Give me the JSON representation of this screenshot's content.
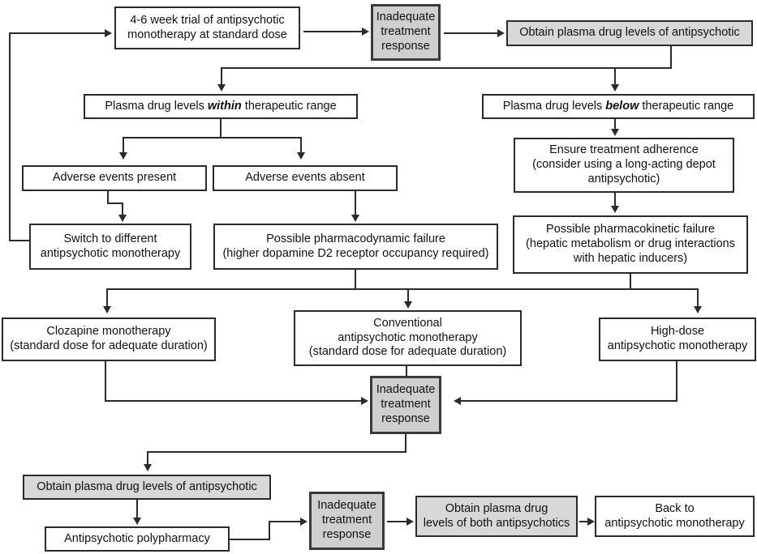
{
  "diagram": {
    "title": "Antipsychotic treatment-resistance algorithm flowchart",
    "colors": {
      "line": "#2b2b2b",
      "box_fill": "#ffffff",
      "shaded_fill": "#cfcfcf",
      "light_shaded_fill": "#d8d8d8",
      "text": "#111111"
    },
    "nodes": [
      {
        "id": "trial",
        "text": "4-6 week trial of antipsychotic\nmonotherapy at standard dose",
        "style": "plain"
      },
      {
        "id": "inadequate1",
        "text": "Inadequate\ntreatment\nresponse",
        "style": "shaded"
      },
      {
        "id": "obtain_levels_1",
        "text": "Obtain plasma drug levels of antipsychotic",
        "style": "light"
      },
      {
        "id": "within_range",
        "text_pre": "Plasma drug levels ",
        "text_em": "within",
        "text_post": " therapeutic range",
        "style": "plain"
      },
      {
        "id": "below_range",
        "text_pre": "Plasma drug levels ",
        "text_em": "below",
        "text_post": " therapeutic range",
        "style": "plain"
      },
      {
        "id": "ae_present",
        "text": "Adverse events present",
        "style": "plain"
      },
      {
        "id": "ae_absent",
        "text": "Adverse events absent",
        "style": "plain"
      },
      {
        "id": "adherence",
        "text": "Ensure treatment adherence\n(consider using a long-acting depot\nantipsychotic)",
        "style": "plain"
      },
      {
        "id": "switch",
        "text": "Switch to different\nantipsychotic monotherapy",
        "style": "plain"
      },
      {
        "id": "pd_failure",
        "text": "Possible pharmacodynamic failure\n(higher dopamine D2 receptor occupancy required)",
        "style": "plain"
      },
      {
        "id": "pk_failure",
        "text": "Possible pharmacokinetic failure\n(hepatic metabolism or drug interactions\nwith hepatic inducers)",
        "style": "plain"
      },
      {
        "id": "clozapine",
        "text": "Clozapine monotherapy\n(standard dose for adequate duration)",
        "style": "plain"
      },
      {
        "id": "conventional",
        "text": "Conventional\nantipsychotic monotherapy\n(standard dose for adequate duration)",
        "style": "plain"
      },
      {
        "id": "high_dose",
        "text": "High-dose\nantipsychotic monotherapy",
        "style": "plain"
      },
      {
        "id": "inadequate2",
        "text": "Inadequate\ntreatment\nresponse",
        "style": "shaded"
      },
      {
        "id": "obtain_levels_2",
        "text": "Obtain plasma drug levels of antipsychotic",
        "style": "light"
      },
      {
        "id": "polypharmacy",
        "text": "Antipsychotic polypharmacy",
        "style": "plain"
      },
      {
        "id": "inadequate3",
        "text": "Inadequate\ntreatment\nresponse",
        "style": "shaded"
      },
      {
        "id": "obtain_both",
        "text": "Obtain plasma drug\nlevels of both antipsychotics",
        "style": "light"
      },
      {
        "id": "back_to_mono",
        "text": "Back to\nantipsychotic monotherapy",
        "style": "plain"
      }
    ]
  }
}
